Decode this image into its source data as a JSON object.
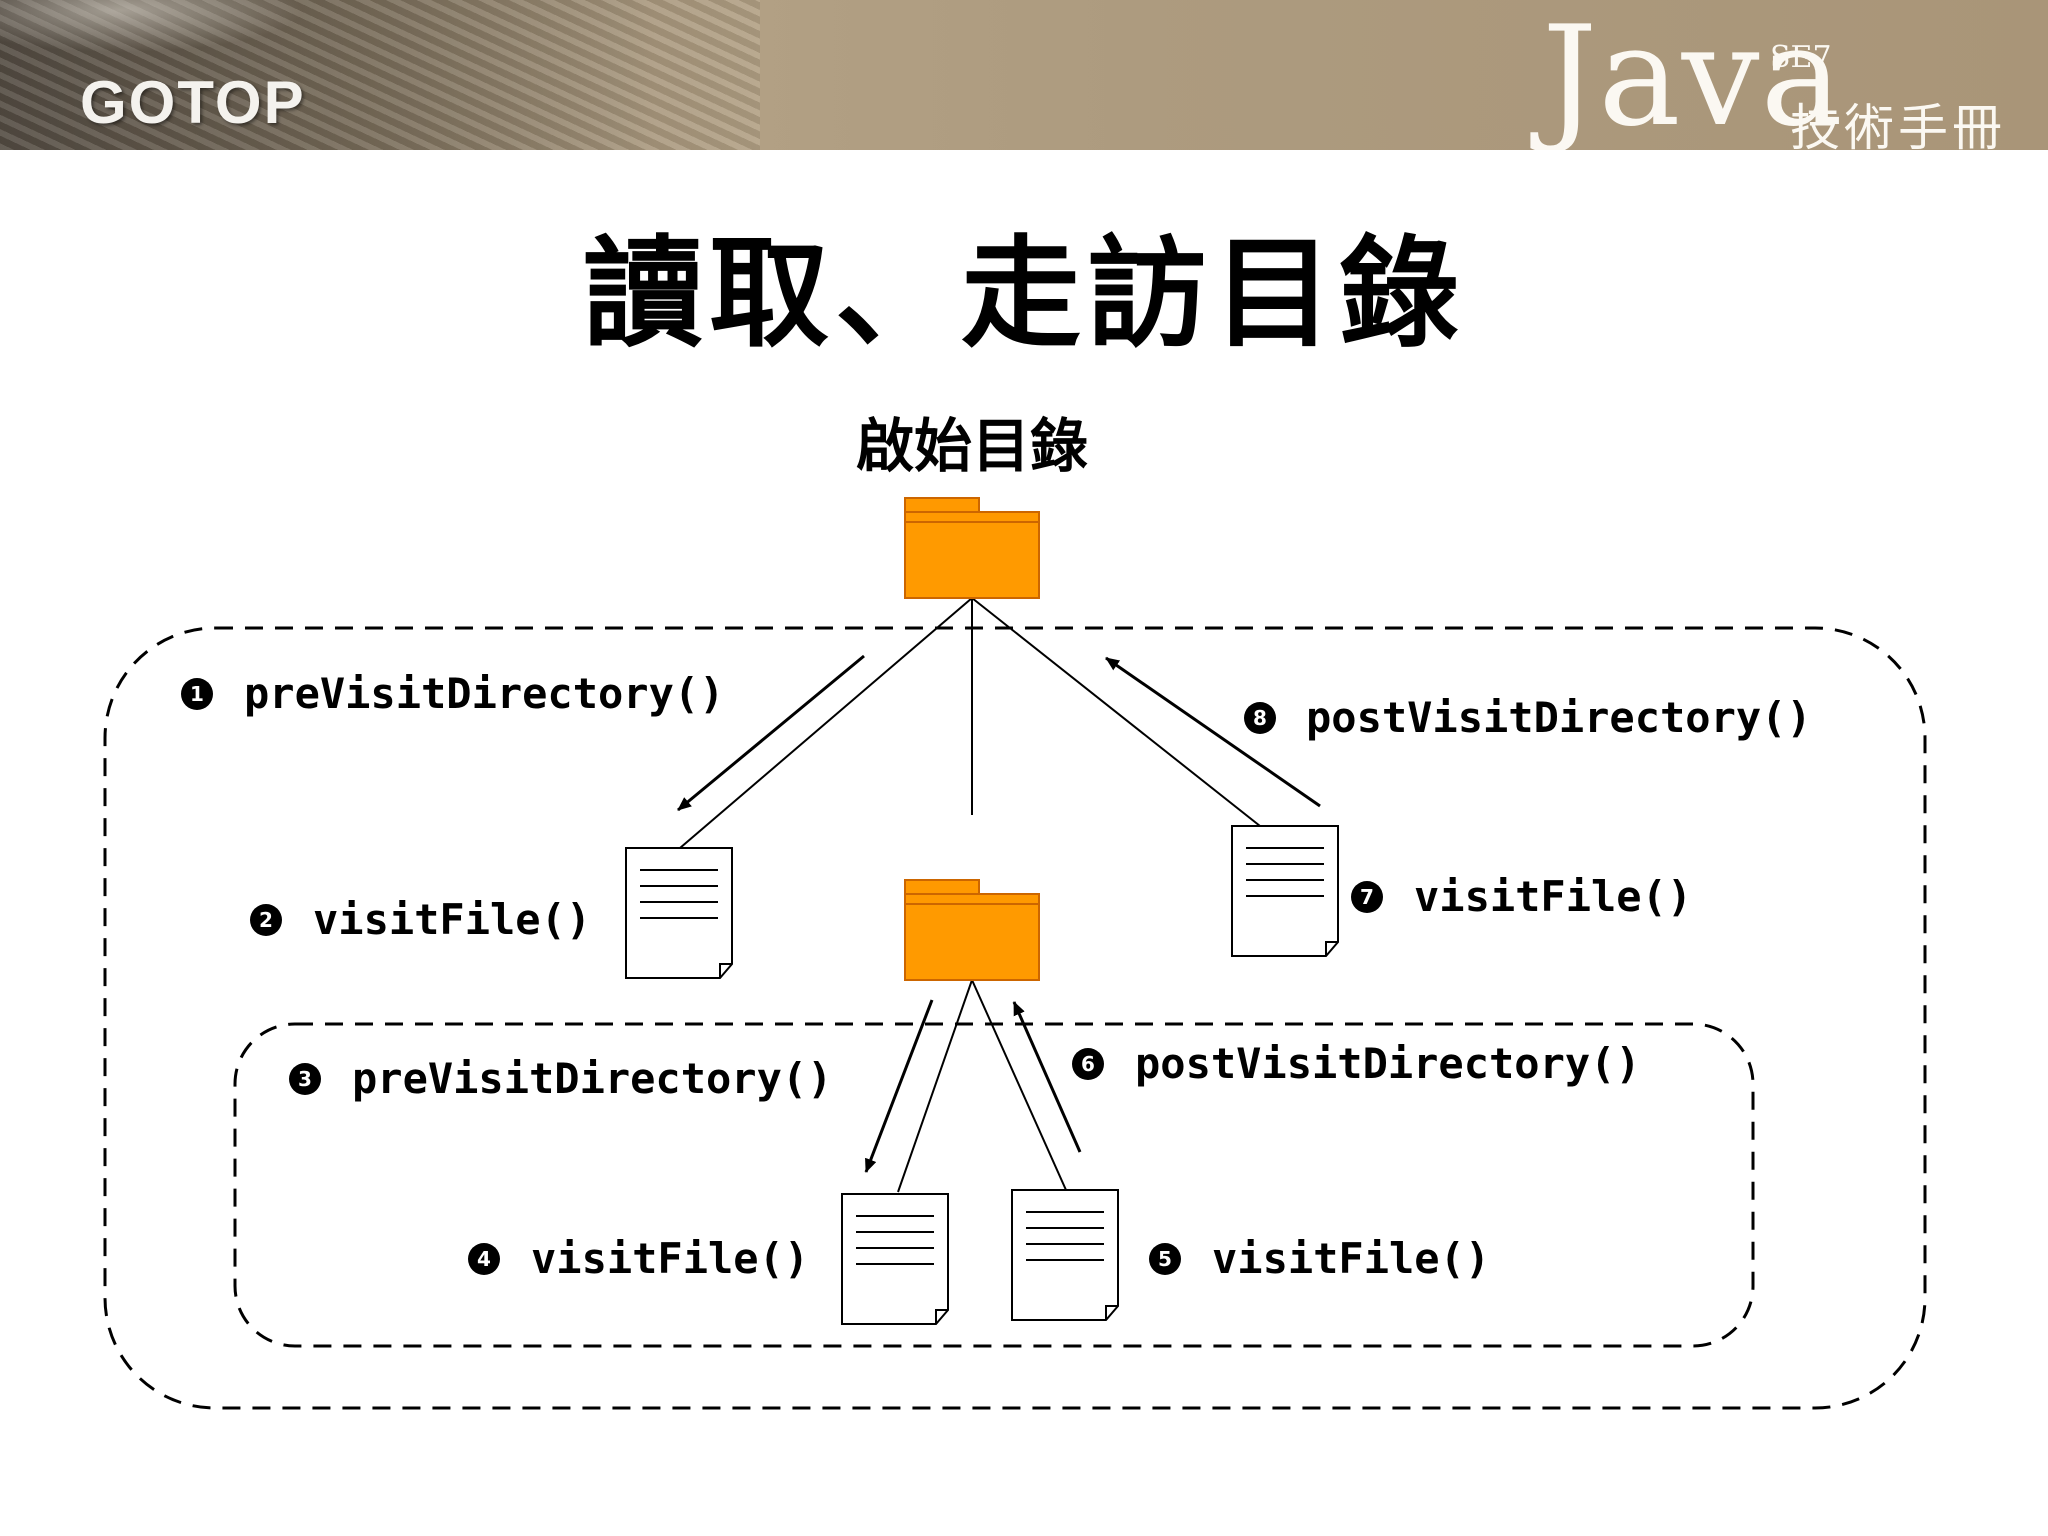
{
  "header": {
    "logo_text": "GOTOP",
    "brand_java": "Java",
    "brand_edition": "SE7",
    "brand_subtitle": "技術手冊"
  },
  "slide": {
    "title": "讀取、走訪目錄"
  },
  "diagram": {
    "root_label": "啟始目錄",
    "steps": [
      {
        "num": "1",
        "label": "preVisitDirectory()"
      },
      {
        "num": "2",
        "label": "visitFile()"
      },
      {
        "num": "3",
        "label": "preVisitDirectory()"
      },
      {
        "num": "4",
        "label": "visitFile()"
      },
      {
        "num": "5",
        "label": "visitFile()"
      },
      {
        "num": "6",
        "label": "postVisitDirectory()"
      },
      {
        "num": "7",
        "label": "visitFile()"
      },
      {
        "num": "8",
        "label": "postVisitDirectory()"
      }
    ]
  },
  "colors": {
    "folder": "#ff9900",
    "folder_dark": "#cc6600",
    "line": "#000000"
  }
}
